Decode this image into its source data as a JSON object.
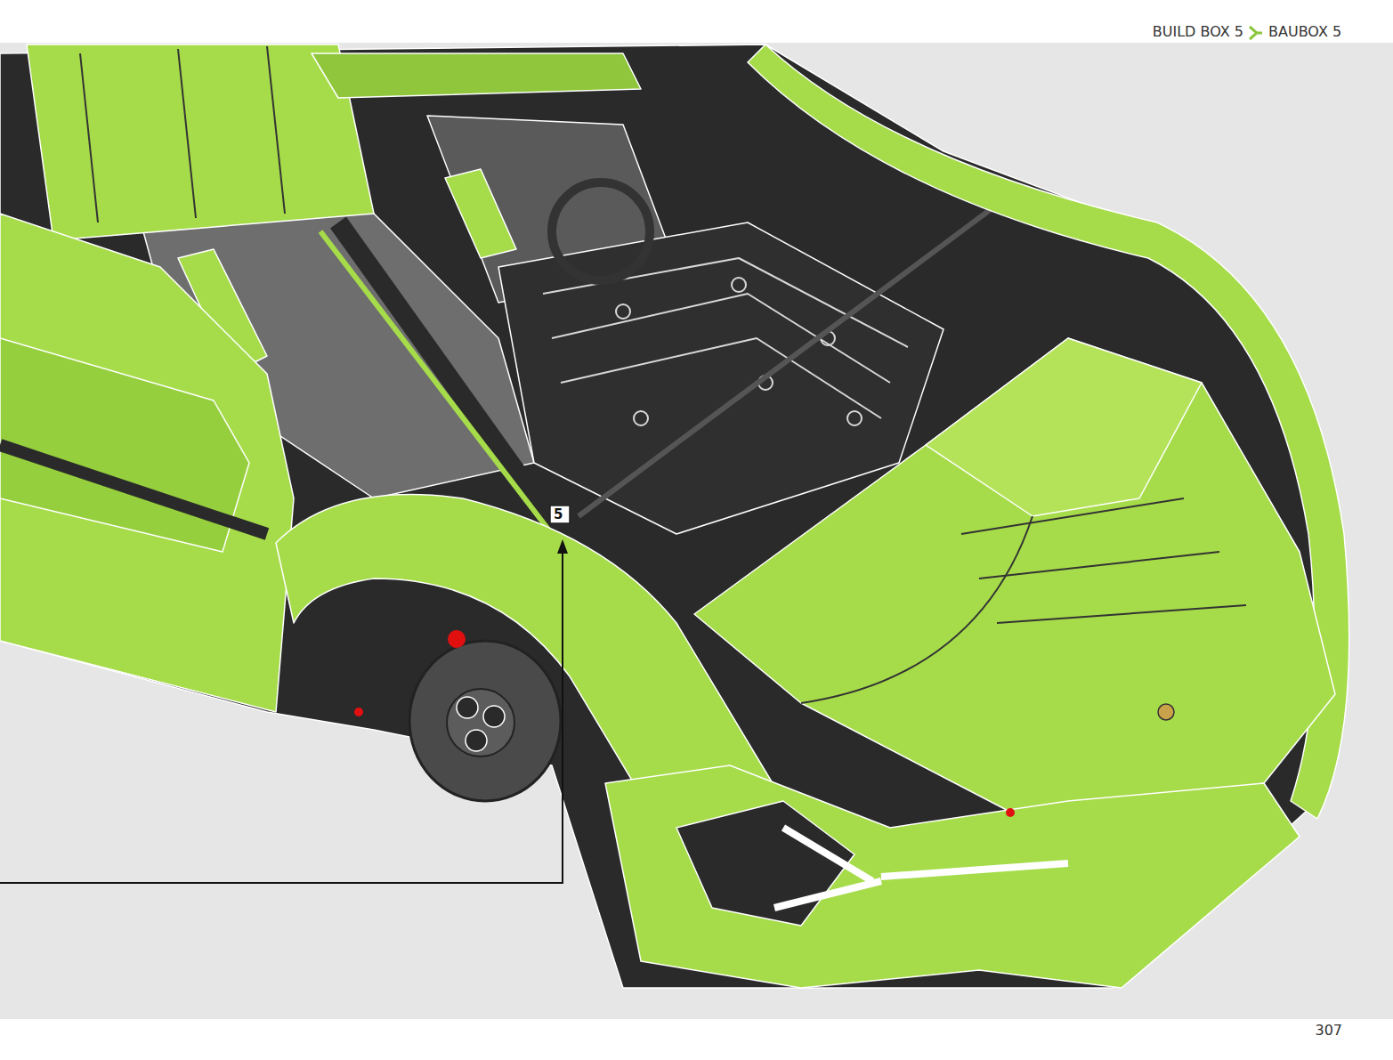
{
  "diagram": {
    "labels": [
      "BUILD BOX 5",
      "BAUBOX 5",
      "307",
      "5"
    ]
  }
}
